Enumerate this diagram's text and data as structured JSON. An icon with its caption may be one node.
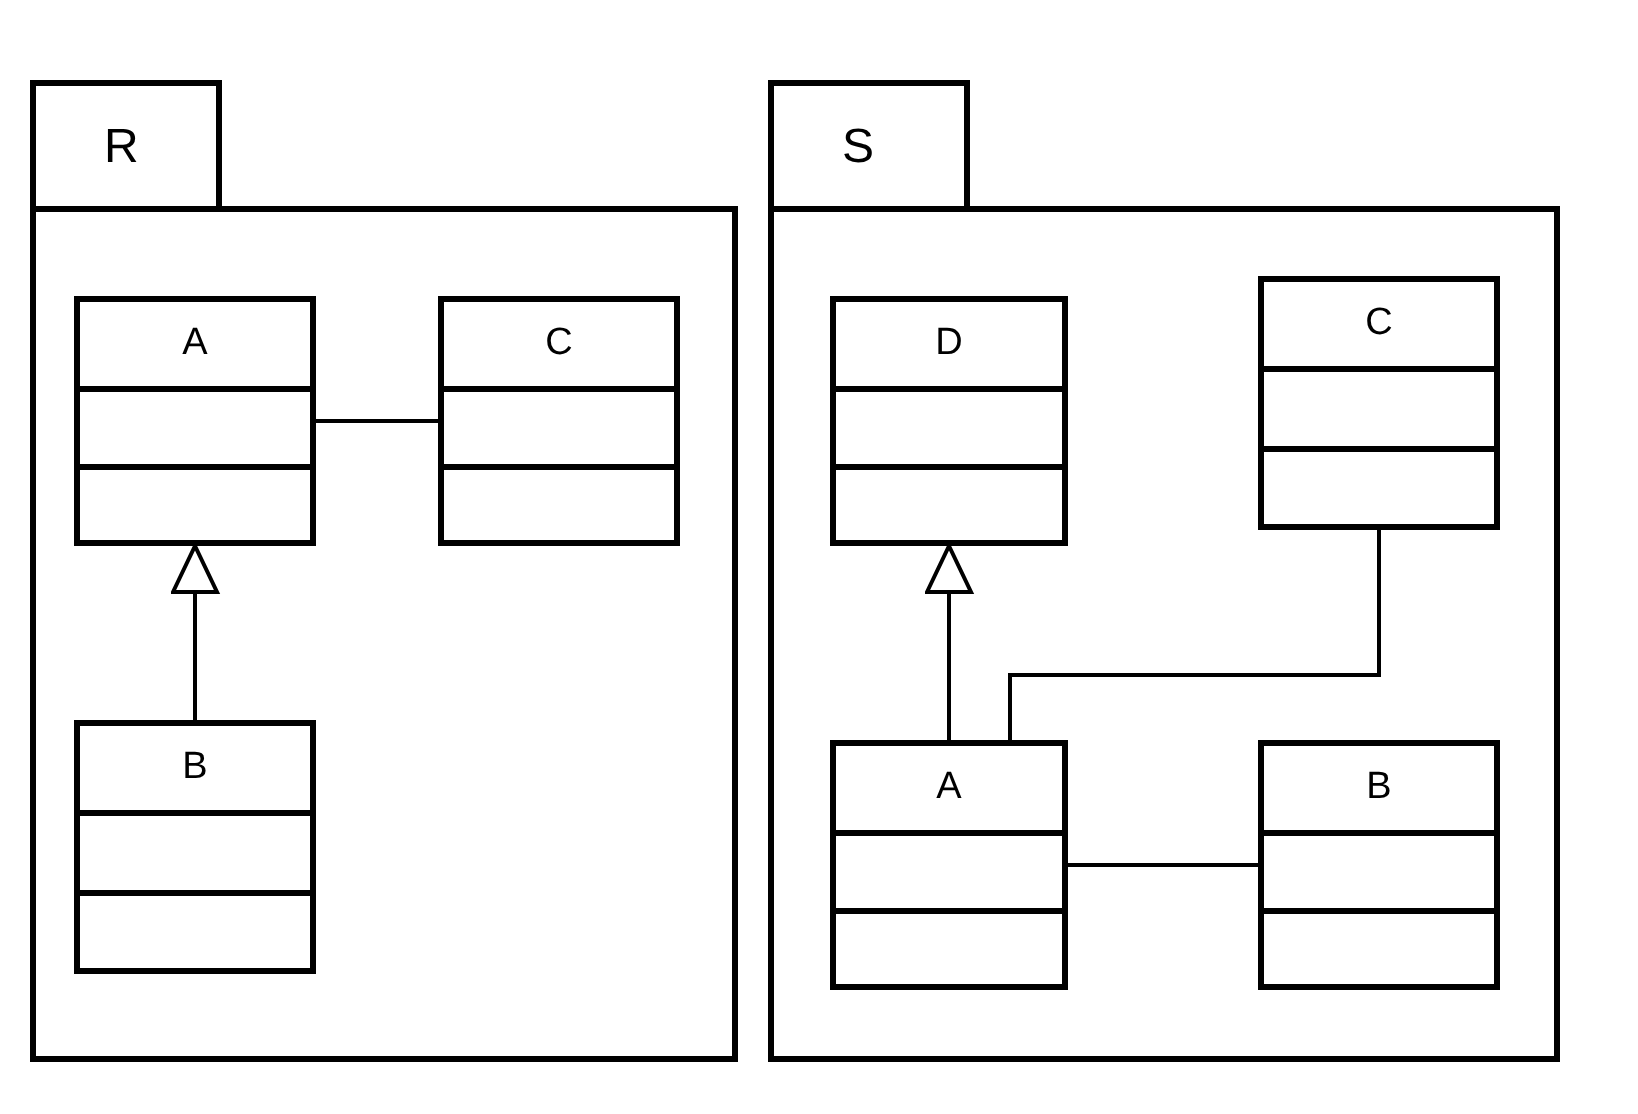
{
  "diagram": {
    "nodes": [
      {
        "text": [
          "R"
        ]
      },
      {
        "text": [
          "A"
        ],
        "in": 0
      },
      {
        "text": [
          "C"
        ],
        "in": 0
      },
      {
        "text": [
          "B"
        ],
        "in": 0
      },
      {
        "text": [
          "S"
        ]
      },
      {
        "text": [
          "D"
        ],
        "in": 4
      },
      {
        "text": [
          "C"
        ],
        "in": 4
      },
      {
        "text": [
          "A"
        ],
        "in": 4
      },
      {
        "text": [
          "B"
        ],
        "in": 4
      }
    ],
    "edges": [
      {
        "from": 1,
        "to": 2,
        "arrow": "none"
      },
      {
        "from": 3,
        "to": 1,
        "arrow": "to"
      },
      {
        "from": 7,
        "to": 5,
        "arrow": "to"
      },
      {
        "from": 6,
        "to": 7,
        "arrow": "none"
      },
      {
        "from": 7,
        "to": 8,
        "arrow": "none"
      }
    ]
  }
}
